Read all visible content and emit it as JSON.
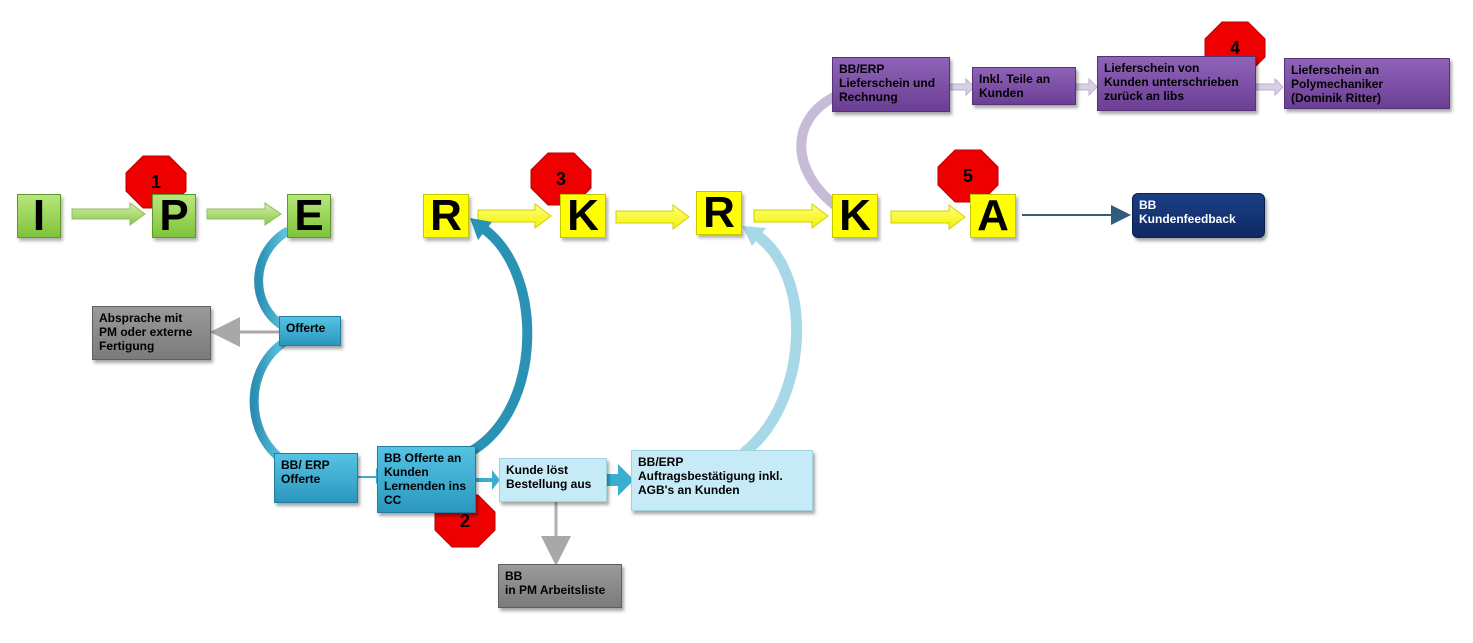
{
  "colors": {
    "green": "#7ec33a",
    "yellow": "#ffff00",
    "purple": "#7a4da6",
    "teal": "#2b97bf",
    "light_blue": "#c6ebf6",
    "gray": "#8a8a8a",
    "navy": "#14336f",
    "badge_red": "#ee0000"
  },
  "letters": {
    "i": "I",
    "p": "P",
    "e": "E",
    "r1": "R",
    "k1": "K",
    "r2": "R",
    "k2": "K",
    "a": "A"
  },
  "badges": {
    "b1": "1",
    "b2": "2",
    "b3": "3",
    "b4": "4",
    "b5": "5"
  },
  "boxes": {
    "lieferschein_rechnung": "BB/ERP\nLieferschein und\nRechnung",
    "inkl_teile": "Inkl. Teile an\nKunden",
    "lieferschein_unterschrieben": "Lieferschein von\nKunden unterschrieben\nzurück an libs",
    "lieferschein_polymechaniker": "Lieferschein an\nPolymechaniker\n(Dominik Ritter)",
    "kundenfeedback": "BB\nKundenfeedback",
    "absprache": "Absprache mit\nPM oder externe\nFertigung",
    "offerte": "Offerte",
    "bb_erp_offerte": "BB/ ERP\nOfferte",
    "bb_offerte_kunden": "BB Offerte an\nKunden\nLernenden ins\nCC",
    "kunde_bestellung": "Kunde löst\nBestellung aus",
    "auftragsbestaetigung": "BB/ERP\nAuftragsbestätigung inkl.\nAGB's an Kunden",
    "pm_arbeitsliste": "BB\nin PM Arbeitsliste"
  }
}
